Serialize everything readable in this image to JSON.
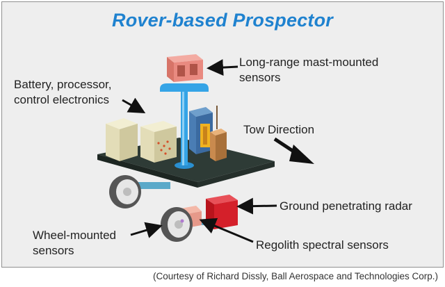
{
  "title": "Rover-based Prospector",
  "labels": {
    "mast_sensors": [
      "Long-range mast-mounted",
      "sensors"
    ],
    "electronics": [
      "Battery, processor,",
      "control electronics"
    ],
    "tow_direction": "Tow Direction",
    "gpr": "Ground penetrating radar",
    "wheel_sensors": [
      "Wheel-mounted",
      "sensors"
    ],
    "regolith": "Regolith spectral sensors"
  },
  "credit": "(Courtesy of Richard Dissly, Ball Aerospace and Technologies Corp.)",
  "colors": {
    "title": "#1f82cf",
    "deck": "#2e3b36",
    "mast": "#35a4e6",
    "radar": "#d4202a",
    "sensor_head": "#e98a80",
    "box": "#e3ddb8"
  }
}
